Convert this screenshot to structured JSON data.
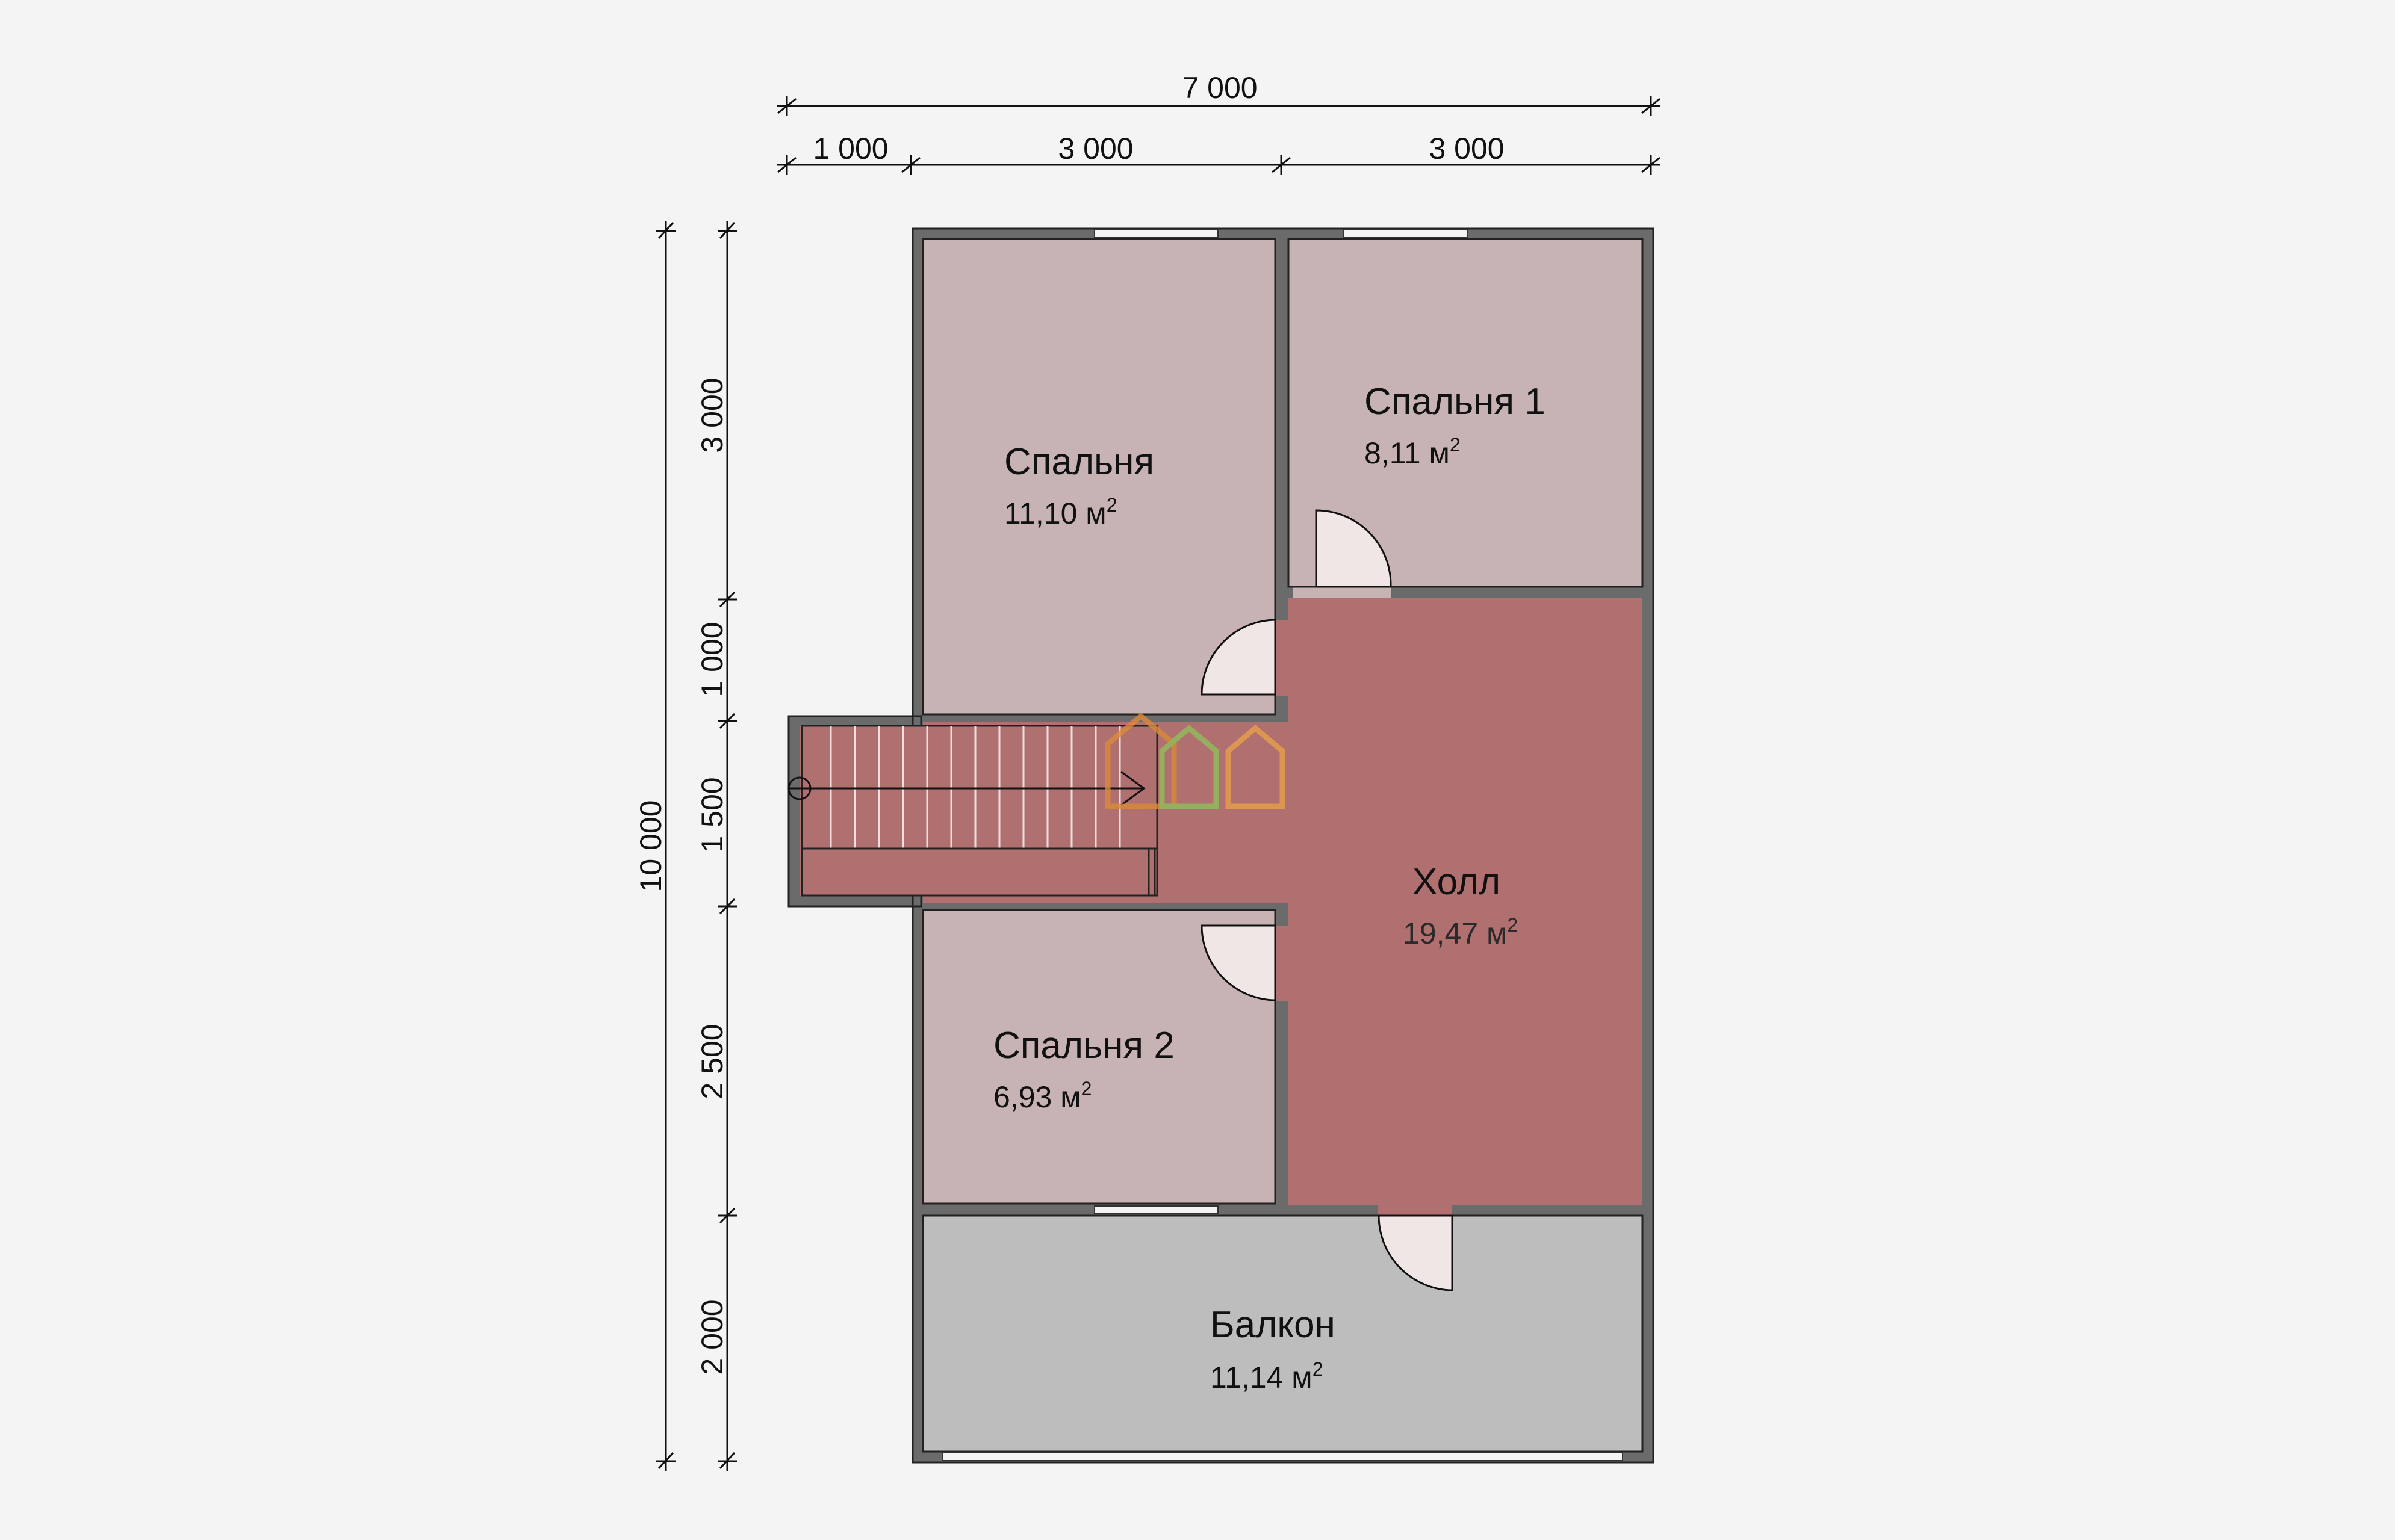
{
  "dimensions": {
    "top_total": "7 000",
    "top_segments": [
      "1 000",
      "3 000",
      "3 000"
    ],
    "left_total": "10 000",
    "left_segments": [
      "3 000",
      "1 000",
      "1 500",
      "2 500",
      "2 000"
    ]
  },
  "rooms": {
    "bedroom": {
      "name": "Спальня",
      "area": "11,10 м",
      "unit_power": "2"
    },
    "bedroom1": {
      "name": "Спальня 1",
      "area": "8,11 м",
      "unit_power": "2"
    },
    "hall": {
      "name": "Холл",
      "area": "19,47 м",
      "unit_power": "2"
    },
    "bedroom2": {
      "name": "Спальня 2",
      "area": "6,93 м",
      "unit_power": "2"
    },
    "balcony": {
      "name": "Балкон",
      "area": "11,14 м",
      "unit_power": "2"
    }
  },
  "colors": {
    "background": "#f4f4f4",
    "wall": "#6b6b6b",
    "bedroom": "#c8b3b4",
    "hall": "#b07070",
    "balcony": "#bdbdbd",
    "stair": "#b07070",
    "line": "#111111",
    "logo_orange": "#e8a04a",
    "logo_green": "#8fbf5a",
    "logo_tan": "#d8b08a"
  }
}
